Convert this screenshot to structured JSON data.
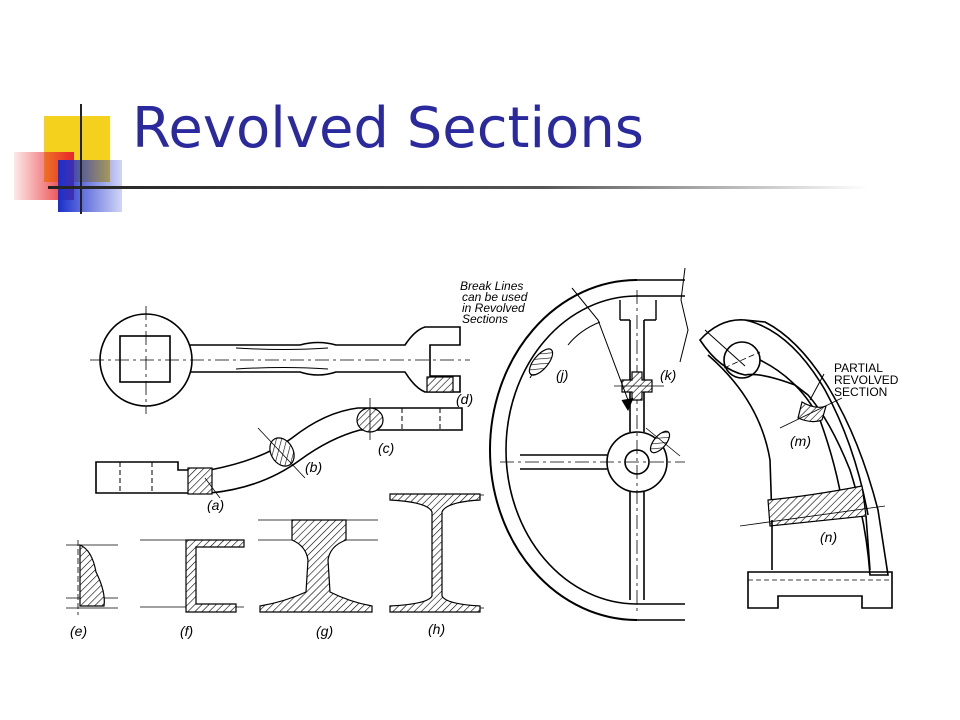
{
  "title": "Revolved Sections",
  "colors": {
    "title": "#2a2a9e",
    "deco_yellow": "#f4d11c",
    "deco_red": "#e8262b",
    "deco_blue": "#1a2fcc"
  },
  "labels": {
    "a": "(a)",
    "b": "(b)",
    "c": "(c)",
    "d": "(d)",
    "e": "(e)",
    "f": "(f)",
    "g": "(g)",
    "h": "(h)",
    "j": "(j)",
    "k": "(k)",
    "m": "(m)",
    "n": "(n)"
  },
  "annotations": {
    "break_lines": [
      "Break Lines",
      "can be used",
      "in Revolved",
      "Sections"
    ],
    "partial": [
      "PARTIAL",
      "REVOLVED",
      "SECTION"
    ]
  }
}
